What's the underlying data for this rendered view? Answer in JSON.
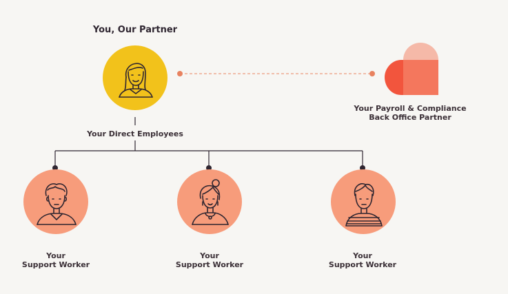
{
  "partner": {
    "title": "You, Our Partner",
    "label": "Your Direct Employees",
    "icon": "woman-icon",
    "color": "#f2c21b"
  },
  "back_office": {
    "label_line1": "Your Payroll & Compliance",
    "label_line2": "Back Office Partner",
    "icon": "heart-logo-icon",
    "colors": [
      "#f2553d",
      "#f5b9a8",
      "#f4775d"
    ]
  },
  "workers": [
    {
      "line1": "Your",
      "line2": "Support Worker",
      "icon": "man-icon"
    },
    {
      "line1": "Your",
      "line2": "Support Worker",
      "icon": "woman-bun-icon"
    },
    {
      "line1": "Your",
      "line2": "Support Worker",
      "icon": "man-striped-shirt-icon"
    }
  ],
  "colors": {
    "worker_circle": "#f79c7b",
    "connector": "#e8825f",
    "tree_line": "#2e2530"
  }
}
